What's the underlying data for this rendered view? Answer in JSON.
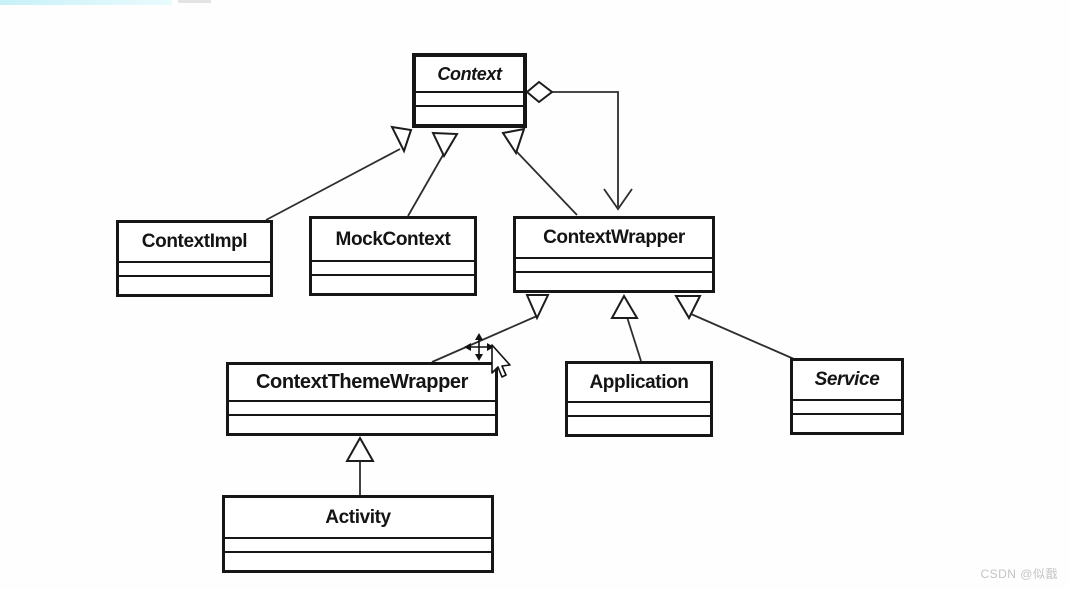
{
  "watermark": {
    "text": "CSDN @似戬"
  },
  "decor": {
    "top_bar_color": "#c7f1f8",
    "top_bar_secondary_color": "#e4e4e4"
  },
  "icons": {
    "cursor": "move-pointer-cursor",
    "aggregation_diamond": "hollow-diamond",
    "generalization_arrow": "hollow-triangle"
  },
  "diagram": {
    "type": "uml-class-diagram",
    "classes": {
      "context": {
        "label": "Context",
        "abstract": true,
        "compartments": 3
      },
      "contextimpl": {
        "label": "ContextImpl",
        "abstract": false,
        "compartments": 3
      },
      "mockcontext": {
        "label": "MockContext",
        "abstract": false,
        "compartments": 3
      },
      "contextwrapper": {
        "label": "ContextWrapper",
        "abstract": false,
        "compartments": 3
      },
      "contextthemewrapper": {
        "label": "ContextThemeWrapper",
        "abstract": false,
        "compartments": 3
      },
      "application": {
        "label": "Application",
        "abstract": false,
        "compartments": 3
      },
      "service": {
        "label": "Service",
        "abstract": true,
        "compartments": 3
      },
      "activity": {
        "label": "Activity",
        "abstract": false,
        "compartments": 3
      }
    },
    "relations": [
      {
        "from": "ContextImpl",
        "to": "Context",
        "type": "generalization"
      },
      {
        "from": "MockContext",
        "to": "Context",
        "type": "generalization"
      },
      {
        "from": "ContextWrapper",
        "to": "Context",
        "type": "generalization"
      },
      {
        "from": "Context",
        "to": "ContextWrapper",
        "type": "aggregation-arrow"
      },
      {
        "from": "ContextThemeWrapper",
        "to": "ContextWrapper",
        "type": "generalization"
      },
      {
        "from": "Application",
        "to": "ContextWrapper",
        "type": "generalization"
      },
      {
        "from": "Service",
        "to": "ContextWrapper",
        "type": "generalization"
      },
      {
        "from": "Activity",
        "to": "ContextThemeWrapper",
        "type": "generalization"
      }
    ]
  }
}
